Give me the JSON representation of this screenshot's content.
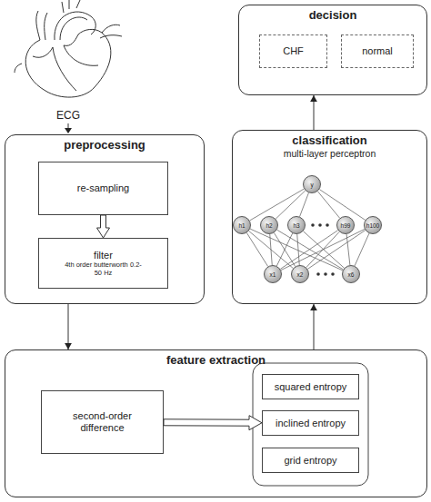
{
  "diagram": {
    "nodes": [
      {
        "text": [
          "decision"
        ]
      },
      {
        "text": [
          "CHF"
        ],
        "in": 0
      },
      {
        "text": [
          "normal"
        ],
        "in": 0
      },
      {
        "text": [
          "preprocessing"
        ]
      },
      {
        "text": [
          "re-sampling"
        ],
        "in": 3
      },
      {
        "text": [
          "filter",
          "4th order butterworth 0.2-50 Hz"
        ],
        "in": 3
      },
      {
        "text": [
          "classification",
          "multi-layer perceptron"
        ]
      },
      {
        "text": [
          "y"
        ],
        "in": 6
      },
      {
        "text": [
          "h1"
        ],
        "in": 6
      },
      {
        "text": [
          "h2"
        ],
        "in": 6
      },
      {
        "text": [
          "h3"
        ],
        "in": 6
      },
      {
        "text": [
          "h99"
        ],
        "in": 6
      },
      {
        "text": [
          "h100"
        ],
        "in": 6
      },
      {
        "text": [
          "x1"
        ],
        "in": 6
      },
      {
        "text": [
          "x2"
        ],
        "in": 6
      },
      {
        "text": [
          "x6"
        ],
        "in": 6
      },
      {
        "text": [
          "feature extraction"
        ]
      },
      {
        "text": [
          "second-order difference"
        ],
        "in": 16
      },
      {
        "text": [
          "squared entropy"
        ],
        "in": 16
      },
      {
        "text": [
          "inclined entropy"
        ],
        "in": 16
      },
      {
        "text": [
          "grid entropy"
        ],
        "in": 16
      }
    ],
    "edges": [
      {
        "from": 4,
        "to": 5,
        "arrow": "to"
      },
      {
        "from": 3,
        "to": 16,
        "arrow": "to"
      },
      {
        "from": 17,
        "to": 19,
        "arrow": "to"
      },
      {
        "from": 16,
        "to": 6,
        "arrow": "to"
      },
      {
        "from": 6,
        "to": 0,
        "arrow": "to"
      },
      {
        "from": 7,
        "to": 8,
        "arrow": "none"
      },
      {
        "from": 7,
        "to": 9,
        "arrow": "none"
      },
      {
        "from": 7,
        "to": 10,
        "arrow": "none"
      },
      {
        "from": 7,
        "to": 11,
        "arrow": "none"
      },
      {
        "from": 7,
        "to": 12,
        "arrow": "none"
      },
      {
        "from": 8,
        "to": 13,
        "arrow": "none"
      },
      {
        "from": 8,
        "to": 14,
        "arrow": "none"
      },
      {
        "from": 8,
        "to": 15,
        "arrow": "none"
      },
      {
        "from": 9,
        "to": 13,
        "arrow": "none"
      },
      {
        "from": 9,
        "to": 14,
        "arrow": "none"
      },
      {
        "from": 9,
        "to": 15,
        "arrow": "none"
      },
      {
        "from": 10,
        "to": 13,
        "arrow": "none"
      },
      {
        "from": 10,
        "to": 14,
        "arrow": "none"
      },
      {
        "from": 10,
        "to": 15,
        "arrow": "none"
      },
      {
        "from": 11,
        "to": 13,
        "arrow": "none"
      },
      {
        "from": 11,
        "to": 14,
        "arrow": "none"
      },
      {
        "from": 11,
        "to": 15,
        "arrow": "none"
      },
      {
        "from": 12,
        "to": 13,
        "arrow": "none"
      },
      {
        "from": 12,
        "to": 14,
        "arrow": "none"
      },
      {
        "from": 12,
        "to": 15,
        "arrow": "none"
      }
    ],
    "labels": [
      "ECG"
    ]
  }
}
